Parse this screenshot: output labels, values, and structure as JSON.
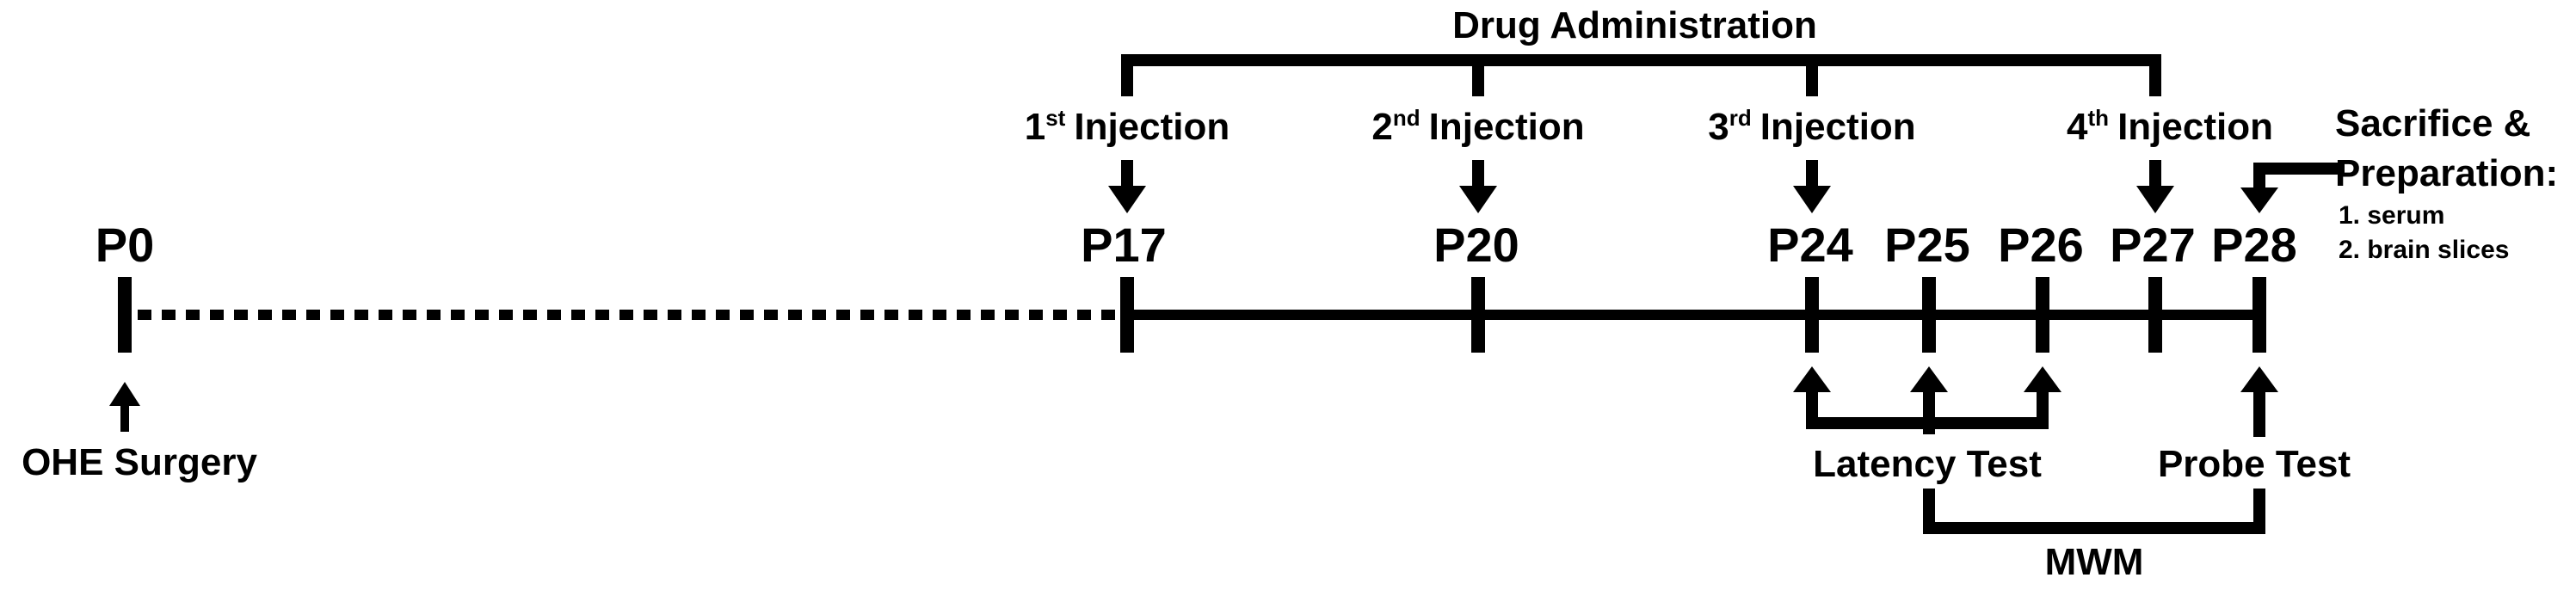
{
  "title": "Drug Administration",
  "colors": {
    "ink": "#000000",
    "background": "#ffffff"
  },
  "days": [
    "P0",
    "P17",
    "P20",
    "P24",
    "P25",
    "P26",
    "P27",
    "P28"
  ],
  "injections": [
    {
      "num": "1",
      "sup": "st",
      "word": "Injection"
    },
    {
      "num": "2",
      "sup": "nd",
      "word": "Injection"
    },
    {
      "num": "3",
      "sup": "rd",
      "word": "Injection"
    },
    {
      "num": "4",
      "sup": "th",
      "word": "Injection"
    }
  ],
  "surgery_label": "OHE Surgery",
  "sacrifice": {
    "line1": "Sacrifice &",
    "line2": "Preparation:",
    "item1": "1. serum",
    "item2": "2. brain slices"
  },
  "latency_label": "Latency Test",
  "probe_label": "Probe Test",
  "mwm_label": "MWM"
}
